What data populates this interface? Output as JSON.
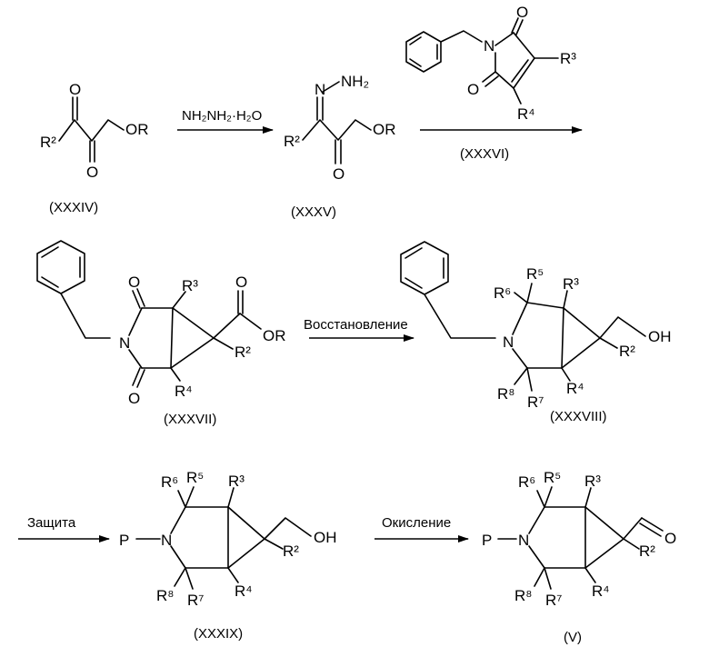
{
  "scheme": {
    "reagents": {
      "hydrazine": "NH₂NH₂·H₂O",
      "reduction": "Восстановление",
      "protection": "Защита",
      "oxidation": "Окисление"
    },
    "compounds": {
      "c34": "(XXXIV)",
      "c35": "(XXXV)",
      "c36": "(XXXVI)",
      "c37": "(XXXVII)",
      "c38": "(XXXVIII)",
      "c39": "(XXXIX)",
      "c5": "(V)"
    },
    "atoms": {
      "O": "O",
      "OR": "OR",
      "N": "N",
      "OH": "OH",
      "P": "P",
      "NH2": "NH₂",
      "R2": "R²",
      "R3": "R³",
      "R4": "R⁴",
      "R5": "R⁵",
      "R6": "R⁶",
      "R7": "R⁷",
      "R8": "R⁸"
    }
  }
}
